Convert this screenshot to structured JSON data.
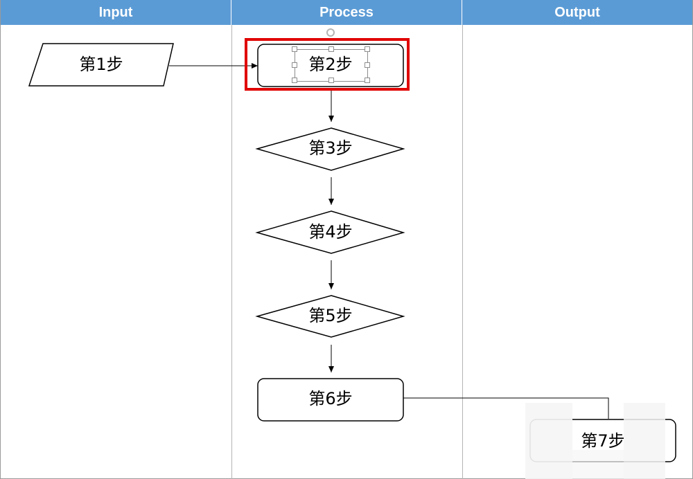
{
  "lanes": {
    "input": "Input",
    "process": "Process",
    "output": "Output"
  },
  "nodes": {
    "step1": "第1步",
    "step2": "第2步",
    "step3": "第3步",
    "step4": "第4步",
    "step5": "第5步",
    "step6": "第6步",
    "step7": "第7步"
  },
  "colors": {
    "header": "#5b9bd5",
    "highlight": "#e00000"
  }
}
